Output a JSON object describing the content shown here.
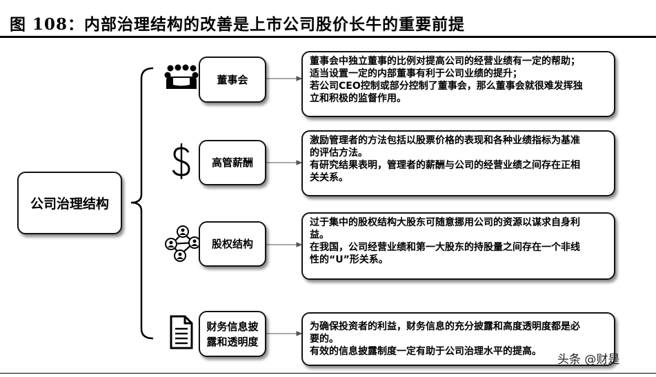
{
  "title": "图 108：内部治理结构的改善是上市公司股价长牛的重要前提",
  "root": {
    "label": "公司治理结构"
  },
  "nodes": [
    {
      "label": "董事会",
      "icon": "people-group-icon",
      "lines": [
        "董事会中独立董事的比例对提高公司的经营业绩有一定的帮助；",
        "适当设置一定的内部董事有利于公司业绩的提升；",
        "若公司CEO控制或部分控制了董事会，那么董事会就很难发挥独",
        "立和积极的监督作用。"
      ]
    },
    {
      "label": "高管薪酬",
      "icon": "dollar-sign-icon",
      "lines": [
        "激励管理者的方法包括以股票价格的表现和各种业绩指标为基准",
        "的评估方法。",
        "有研究结果表明，管理者的薪酬与公司的经营业绩之间存在正相",
        "关关系。"
      ]
    },
    {
      "label": "股权结构",
      "icon": "network-people-icon",
      "lines": [
        "过于集中的股权结构大股东可随意挪用公司的资源以谋求自身利",
        "益。",
        "在我国，公司经营业绩和第一大股东的持股量之间存在一个非线",
        "性的“U”形关系。"
      ]
    },
    {
      "label": "财务信息披露和透明度",
      "label_lines": [
        "财务信息披",
        "露和透明度"
      ],
      "icon": "document-icon",
      "lines": [
        "为确保投资者的利益，财务信息的充分披露和高度透明度都是必",
        "要的。",
        "有效的信息披露制度一定有助于公司治理水平的提高。"
      ]
    }
  ],
  "watermark": "头条 @财是"
}
